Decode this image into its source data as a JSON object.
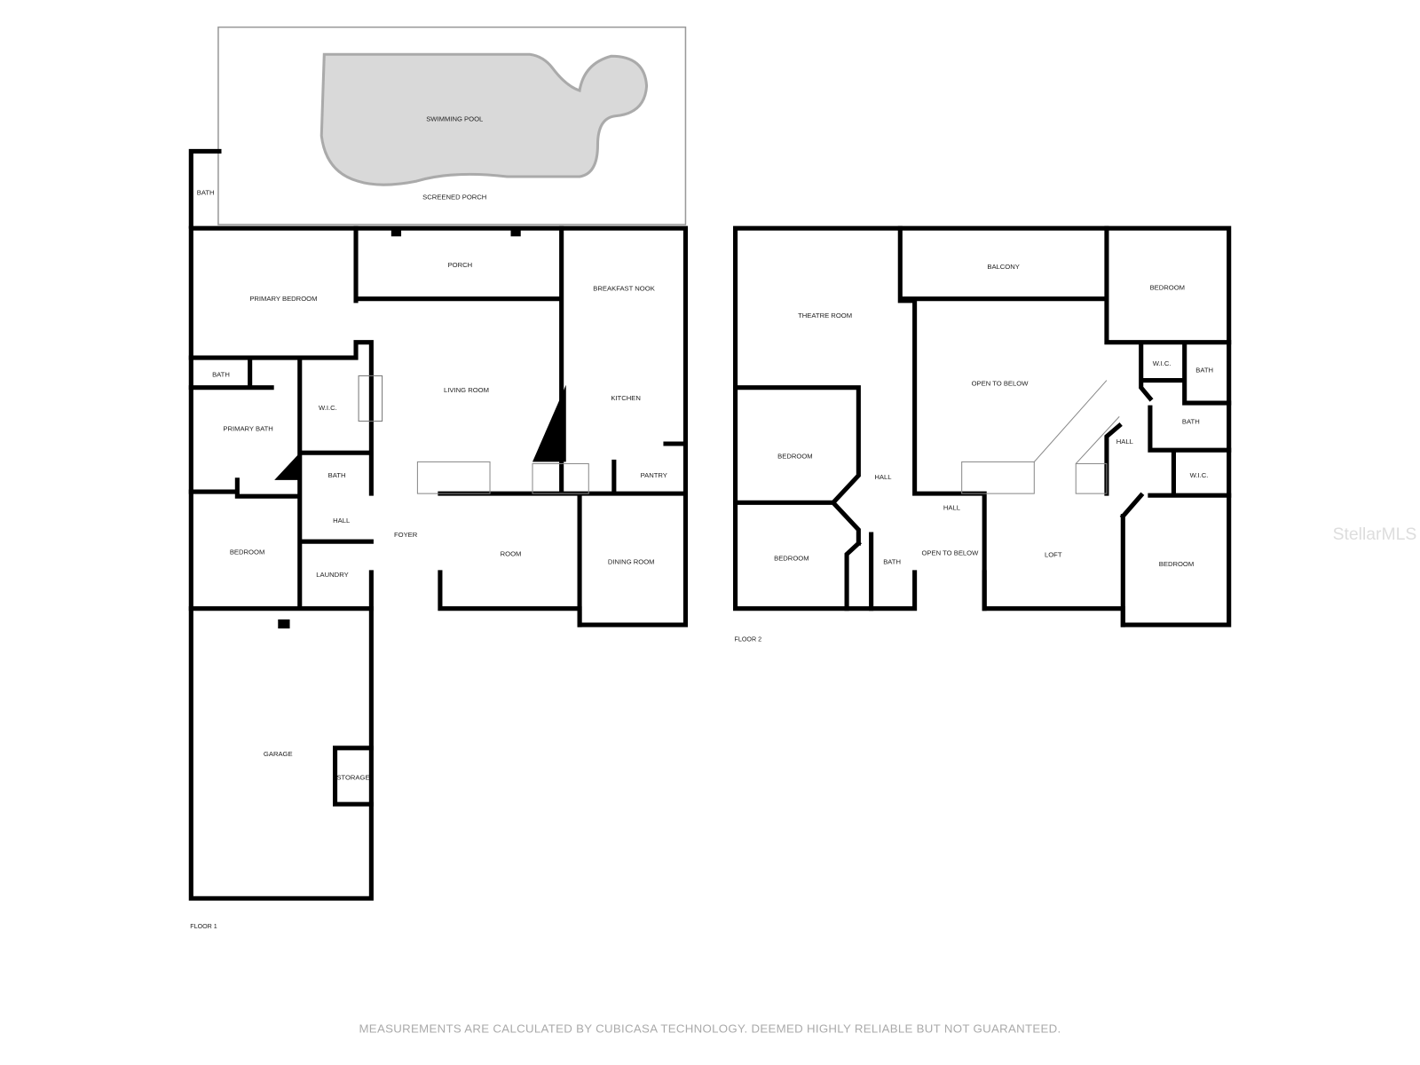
{
  "floor1": {
    "label": "FLOOR 1",
    "rooms": {
      "swimming_pool": "SWIMMING POOL",
      "screened_porch": "SCREENED PORCH",
      "bath_outdoor": "BATH",
      "porch": "PORCH",
      "breakfast_nook": "BREAKFAST NOOK",
      "primary_bedroom": "PRIMARY BEDROOM",
      "living_room": "LIVING ROOM",
      "kitchen": "KITCHEN",
      "bath_primary_wc": "BATH",
      "wic": "W.I.C.",
      "primary_bath": "PRIMARY BATH",
      "bath_hall": "BATH",
      "pantry": "PANTRY",
      "hall": "HALL",
      "foyer": "FOYER",
      "room": "ROOM",
      "dining_room": "DINING ROOM",
      "bedroom": "BEDROOM",
      "laundry": "LAUNDRY",
      "garage": "GARAGE",
      "storage": "STORAGE"
    }
  },
  "floor2": {
    "label": "FLOOR 2",
    "rooms": {
      "balcony": "BALCONY",
      "bedroom_ne": "BEDROOM",
      "theatre_room": "THEATRE ROOM",
      "wic_1": "W.I.C.",
      "bath_1": "BATH",
      "open_to_below_1": "OPEN TO BELOW",
      "bath_2": "BATH",
      "hall_e": "HALL",
      "bedroom_w1": "BEDROOM",
      "hall_w": "HALL",
      "wic_2": "W.I.C.",
      "hall_c": "HALL",
      "bedroom_w2": "BEDROOM",
      "bath_3": "BATH",
      "open_to_below_2": "OPEN TO BELOW",
      "loft": "LOFT",
      "bedroom_se": "BEDROOM"
    }
  },
  "watermark": "StellarMLS",
  "disclaimer": "MEASUREMENTS ARE CALCULATED BY CUBICASA TECHNOLOGY. DEEMED HIGHLY RELIABLE BUT NOT GUARANTEED.",
  "colors": {
    "pool": "#d9d9d9",
    "wall": "#000000"
  }
}
